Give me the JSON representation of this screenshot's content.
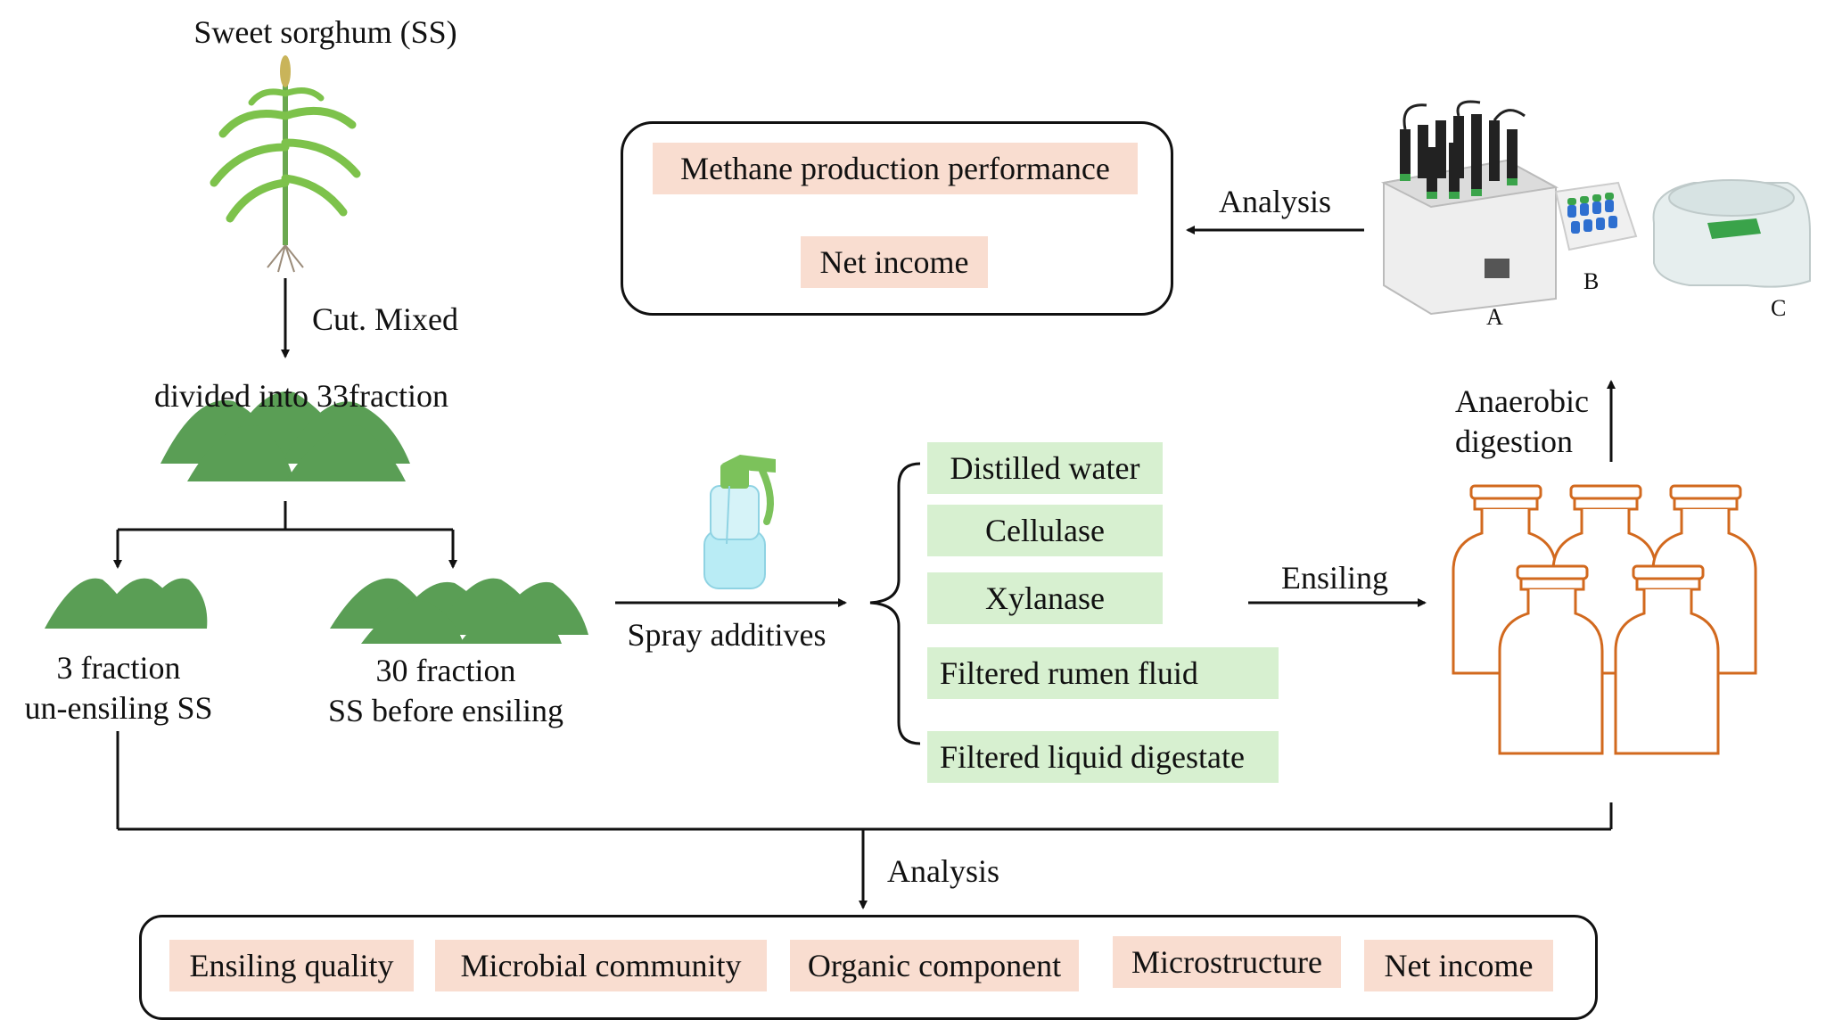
{
  "sources": {
    "sweet_sorghum": "Sweet sorghum (SS)",
    "cut_mixed": "Cut. Mixed",
    "divided": "divided into 33fraction"
  },
  "fractions": {
    "left_line1": "3 fraction",
    "left_line2": "un-ensiling SS",
    "right_line1": "30 fraction",
    "right_line2": "SS before ensiling"
  },
  "process": {
    "spray": "Spray additives",
    "ensiling": "Ensiling",
    "anaerobic_line1": "Anaerobic",
    "anaerobic_line2": "digestion",
    "analysis_top": "Analysis",
    "analysis_bottom": "Analysis"
  },
  "additives": [
    "Distilled water",
    "Cellulase",
    "Xylanase",
    "Filtered rumen fluid",
    "Filtered liquid digestate"
  ],
  "top_results": [
    "Methane production performance",
    "Net income"
  ],
  "bottom_results": [
    "Ensiling quality",
    "Microbial community",
    "Organic component",
    "Microstructure",
    "Net income"
  ],
  "equipment_labels": [
    "A",
    "B",
    "C"
  ],
  "colors": {
    "pink_fill": "#f9ddd0",
    "green_fill": "#d7f0d0",
    "pile_green": "#5a9e55",
    "bottle_orange": "#d2691e"
  }
}
